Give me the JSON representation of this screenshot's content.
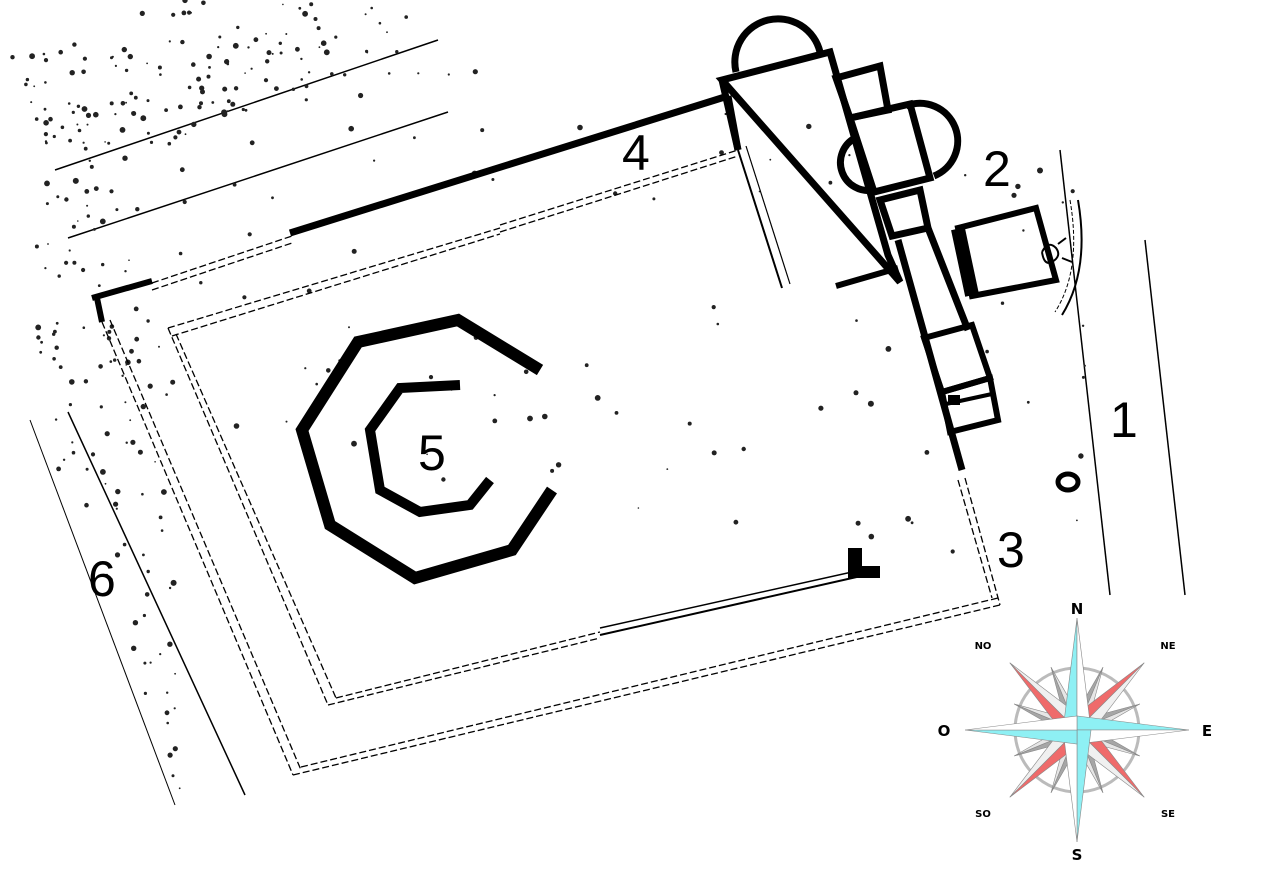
{
  "labels": {
    "one": "1",
    "two": "2",
    "three": "3",
    "four": "4",
    "five": "5",
    "six": "6"
  },
  "compass": {
    "north": "N",
    "south": "S",
    "east": "E",
    "west": "O",
    "northeast": "NE",
    "northwest": "NO",
    "southeast": "SE",
    "southwest": "SO"
  },
  "colors": {
    "compass_cardinal": "#8ef0f4",
    "compass_intercardinal": "#ef6b6b",
    "compass_minor": "#a6a6a6",
    "ink": "#000000"
  }
}
